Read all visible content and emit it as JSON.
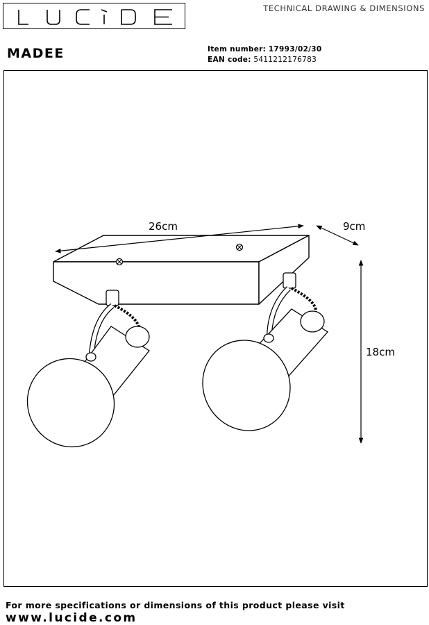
{
  "brand": {
    "logo_text": "LUCIDE"
  },
  "header": {
    "doc_type": "TECHNICAL DRAWING & DIMENSIONS",
    "product_name": "MADEE",
    "item_label": "Item number:",
    "item_value": "17993/02/30",
    "ean_label": "EAN code:",
    "ean_value": "5411212176783"
  },
  "drawing": {
    "dimensions": {
      "length": "26cm",
      "depth": "9cm",
      "height": "18cm"
    }
  },
  "footer": {
    "text": "For more specifications or dimensions of this product please visit",
    "link": "www.lucide.com"
  }
}
